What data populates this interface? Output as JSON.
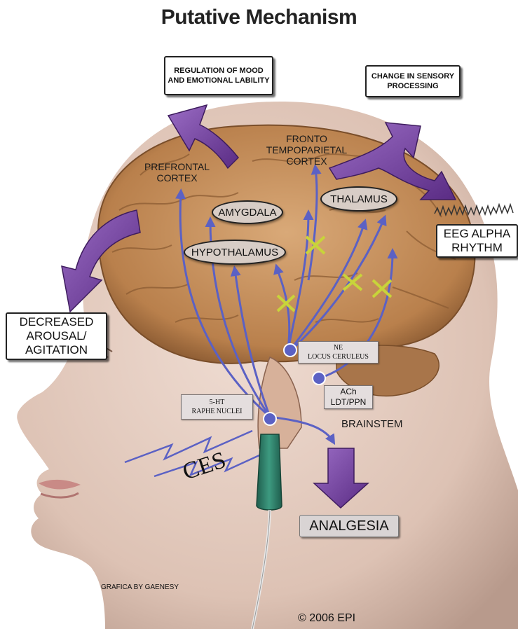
{
  "title": "Putative Mechanism",
  "boxes": {
    "mood": "REGULATION OF MOOD AND EMOTIONAL LABILITY",
    "sensory": "CHANGE IN SENSORY PROCESSING",
    "eeg": "EEG ALPHA RHYTHM",
    "arousal": "DECREASED AROUSAL/ AGITATION",
    "analgesia": "ANALGESIA"
  },
  "regions": {
    "prefrontal": "PREFRONTAL CORTEX",
    "fronto": "FRONTO TEMPOPARIETAL CORTEX",
    "amygdala": "AMYGDALA",
    "thalamus": "THALAMUS",
    "hypothalamus": "HYPOTHALAMUS",
    "brainstem": "BRAINSTEM"
  },
  "nuclei": {
    "ne_line1": "NE",
    "ne_line2": "LOCUS CERULEUS",
    "ach_line1": "ACh",
    "ach_line2": "LDT/PPN",
    "ht_line1": "5-HT",
    "ht_line2": "RAPHE NUCLEI"
  },
  "ces": "CES",
  "credit": "GRAFICA BY GAENESY",
  "copyright": "© 2006 EPI",
  "colors": {
    "skin": "#e3cabd",
    "brain": "#c9925e",
    "arrow_purple": "#7d4aa8",
    "pathway_blue": "#5b61c4",
    "inhibit_x": "#c8d43a",
    "electrode_green": "#2e7a66"
  }
}
